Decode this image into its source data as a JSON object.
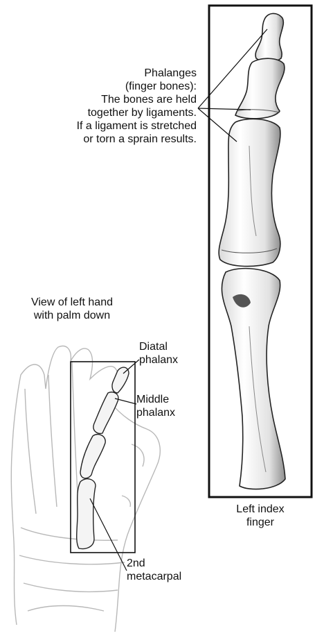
{
  "annotations": {
    "phalanges": [
      "Phalanges",
      "(finger bones):",
      "The bones are held",
      "together by ligaments.",
      "If a ligament is stretched",
      "or torn a sprain results."
    ],
    "view_caption": [
      "View of left hand",
      "with palm down"
    ],
    "distal": [
      "Diatal",
      "phalanx"
    ],
    "middle": [
      "Middle",
      "phalanx"
    ],
    "metacarpal": [
      "2nd",
      "metacarpal"
    ],
    "finger_caption": [
      "Left index",
      "finger"
    ]
  },
  "colors": {
    "ink": "#111111",
    "bone_fill": "#f4f4f4",
    "bone_shade": "#9a9a9a",
    "hand_outline": "#b8b8b8"
  }
}
